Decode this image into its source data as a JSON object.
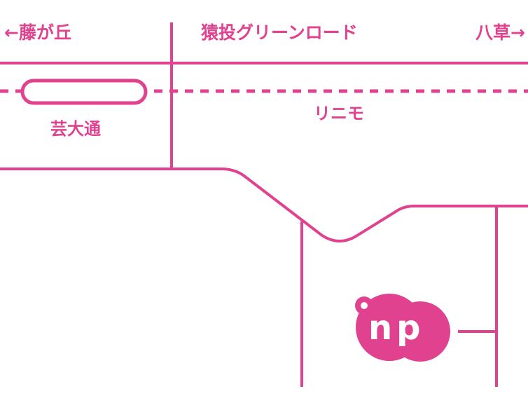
{
  "colors": {
    "accent": "#e0428f",
    "background": "#ffffff"
  },
  "labels": {
    "to_fujigaoka": "←藤が丘",
    "road_name": "猿投グリーンロード",
    "to_yakusa": "八草→",
    "station_name": "芸大通",
    "line_name": "リニモ"
  },
  "logo": {
    "text": "np"
  },
  "icons": {
    "station": "station-pill-icon",
    "logo": "np-logo-icon"
  }
}
